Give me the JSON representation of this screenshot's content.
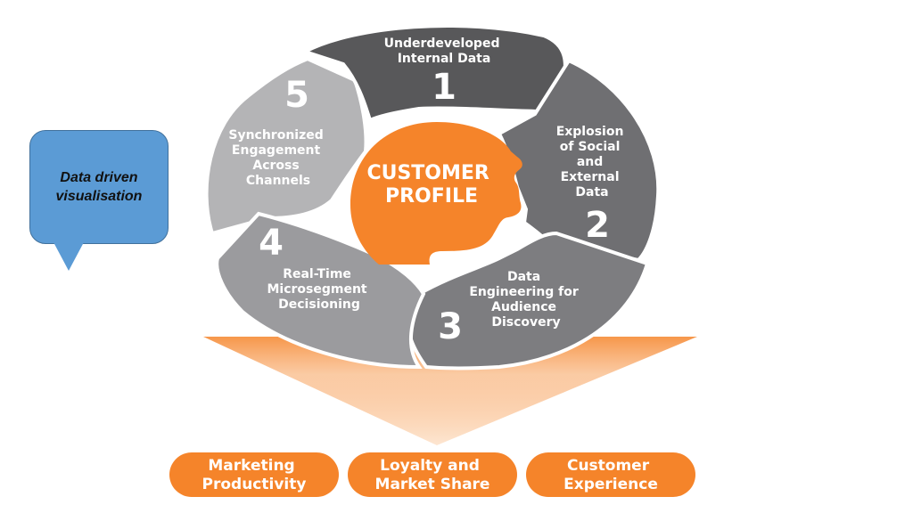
{
  "colors": {
    "orange": "#f5842a",
    "segment_1": "#58585a",
    "segment_2": "#6f6f72",
    "segment_3": "#7d7d80",
    "segment_4": "#9b9b9e",
    "segment_5": "#b4b4b6",
    "callout": "#5b9bd5"
  },
  "callout": {
    "text": "Data driven visualisation"
  },
  "center": {
    "lines": [
      "CUSTOMER",
      "PROFILE"
    ],
    "icon": "head-silhouette-icon"
  },
  "segments": [
    {
      "number": "1",
      "lines": [
        "Underdeveloped",
        "Internal Data"
      ]
    },
    {
      "number": "2",
      "lines": [
        "Explosion",
        "of Social",
        "and",
        "External",
        "Data"
      ]
    },
    {
      "number": "3",
      "lines": [
        "Data",
        "Engineering for",
        "Audience",
        "Discovery"
      ]
    },
    {
      "number": "4",
      "lines": [
        "Real-Time",
        "Microsegment",
        "Decisioning"
      ]
    },
    {
      "number": "5",
      "lines": [
        "Synchronized",
        "Engagement",
        "Across",
        "Channels"
      ]
    }
  ],
  "outcomes": [
    {
      "lines": [
        "Marketing",
        "Productivity"
      ]
    },
    {
      "lines": [
        "Loyalty and",
        "Market Share"
      ]
    },
    {
      "lines": [
        "Customer",
        "Experience"
      ]
    }
  ]
}
